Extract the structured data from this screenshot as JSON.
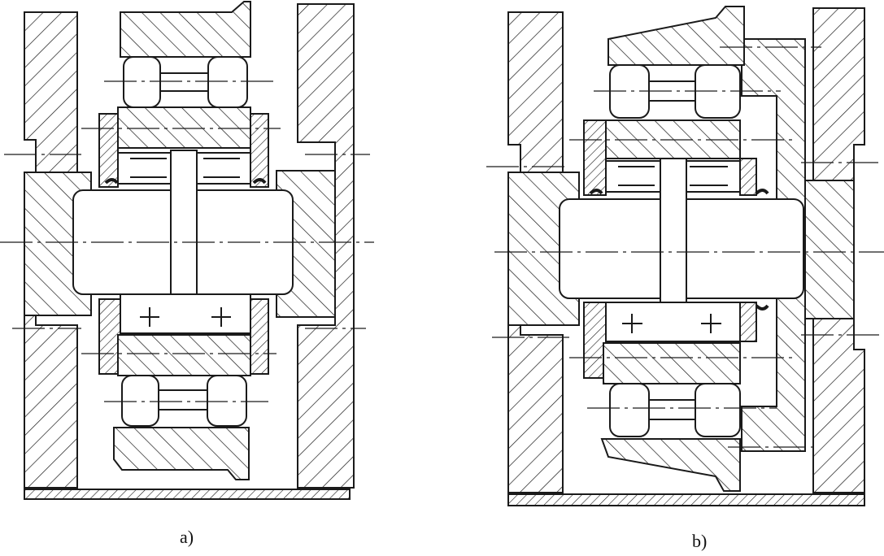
{
  "figure": {
    "panels": [
      {
        "id": "a",
        "caption": "a)"
      },
      {
        "id": "b",
        "caption": "b)"
      }
    ],
    "colors": {
      "ink": "#1a1a1a",
      "paper": "#ffffff"
    }
  }
}
